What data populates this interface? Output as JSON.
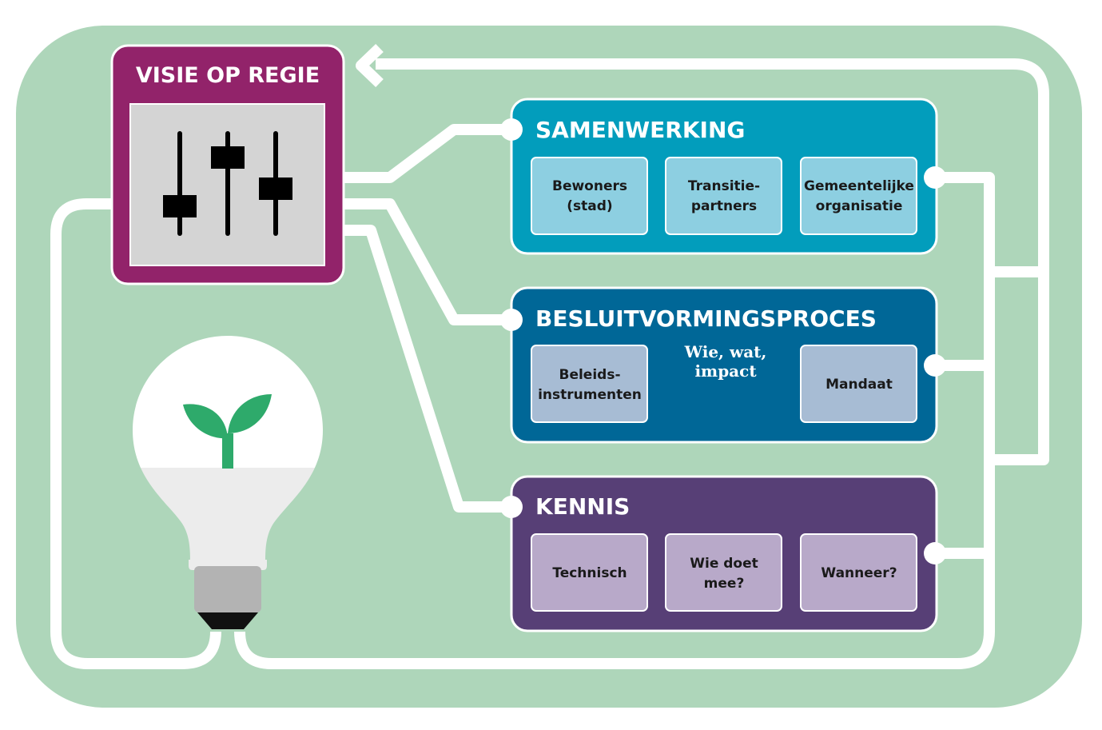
{
  "vision": {
    "title": "VISIE OP REGIE",
    "icon": "sliders-icon"
  },
  "samenwerking": {
    "title": "SAMENWERKING",
    "items": [
      {
        "line1": "Bewoners",
        "line2": "(stad)"
      },
      {
        "line1": "Transitie-",
        "line2": "partners"
      },
      {
        "line1": "Gemeentelijke",
        "line2": "organisatie"
      }
    ]
  },
  "besluitvorming": {
    "title": "BESLUITVORMINGSPROCES",
    "items": [
      {
        "line1": "Beleids-",
        "line2": "instrumenten"
      },
      {
        "line1": "Mandaat"
      }
    ],
    "note": {
      "line1": "Wie, wat,",
      "line2": "impact"
    }
  },
  "kennis": {
    "title": "KENNIS",
    "items": [
      {
        "line1": "Technisch"
      },
      {
        "line1": "Wie doet",
        "line2": "mee?"
      },
      {
        "line1": "Wanneer?"
      }
    ]
  },
  "lightbulb": {
    "icon": "lightbulb-sprout-icon"
  },
  "colors": {
    "background": "#aed6ba",
    "vision": "#92236a",
    "samenwerking": "#029dbc",
    "samenwerking_item": "#8dcfe1",
    "besluitvorming": "#006797",
    "besluitvorming_item": "#a7bcd4",
    "kennis": "#573f76",
    "kennis_item": "#b8a9c9",
    "sprout": "#2eaa6b"
  }
}
